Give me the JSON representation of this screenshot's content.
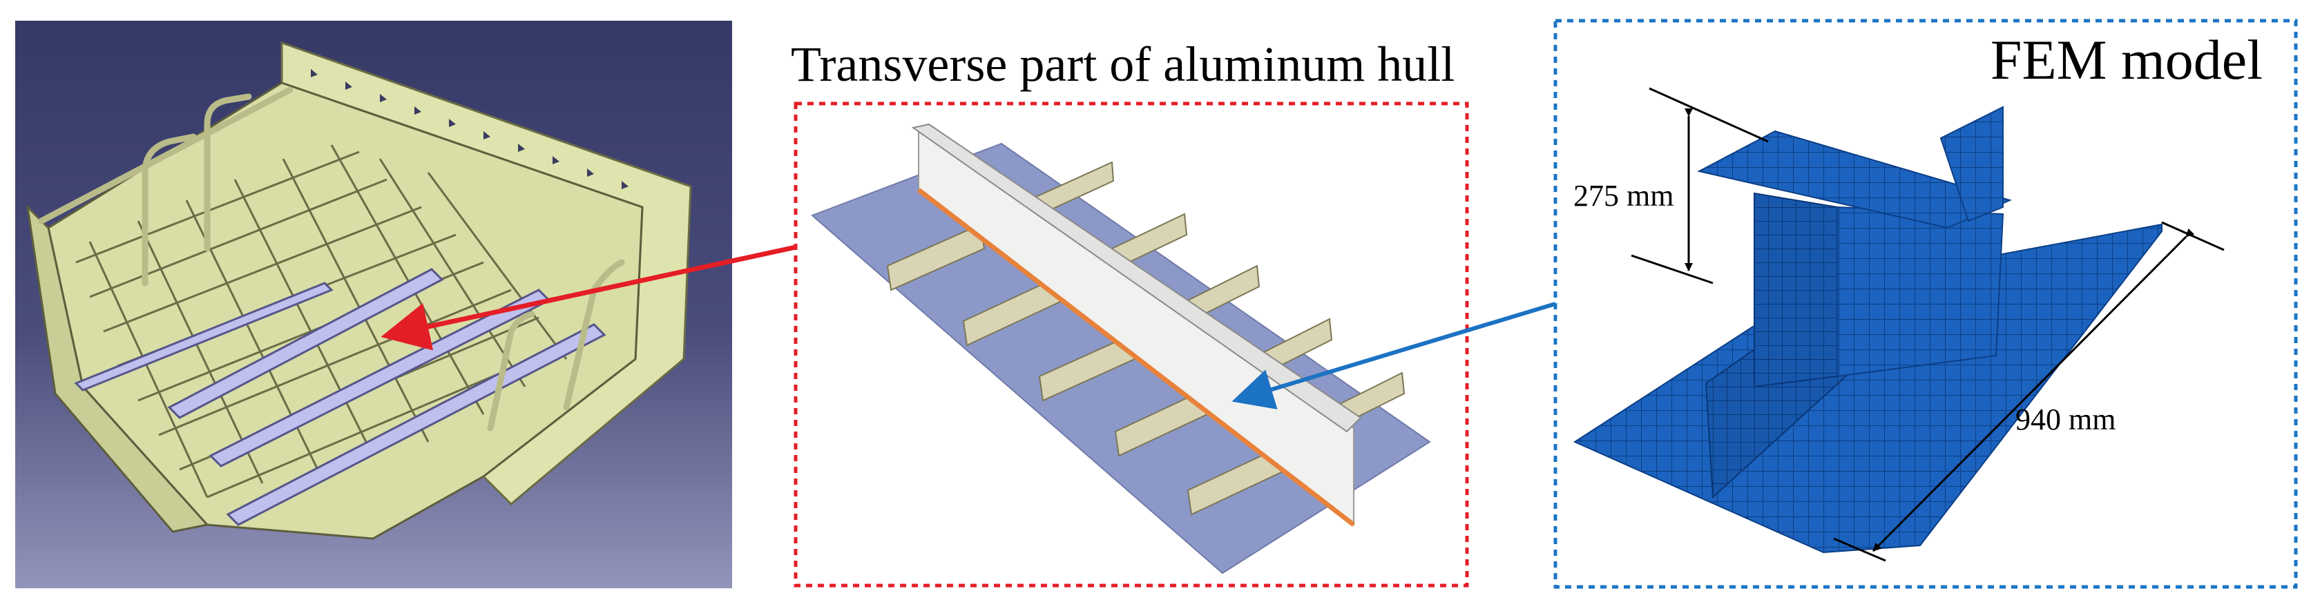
{
  "labels": {
    "middle_title": "Transverse part of aluminum hull",
    "fem_title": "FEM model",
    "height_dim": "275 mm",
    "length_dim": "940 mm"
  },
  "colors": {
    "cad_bg_top": "#363a68",
    "cad_bg_bottom": "#8e8fb6",
    "hull_green": "#dfe3ad",
    "hull_purple": "#bfc0ee",
    "plate_blue": "#8c98c8",
    "stiffener_tan": "#d8d4b4",
    "girder_white": "#f1f1ef",
    "weld_orange": "#e8823a",
    "fem_blue": "#1a64bf",
    "red_frame": "#e41e26",
    "blue_frame": "#1c76c4",
    "red_arrow": "#e41e26",
    "blue_arrow": "#1c72c3"
  }
}
